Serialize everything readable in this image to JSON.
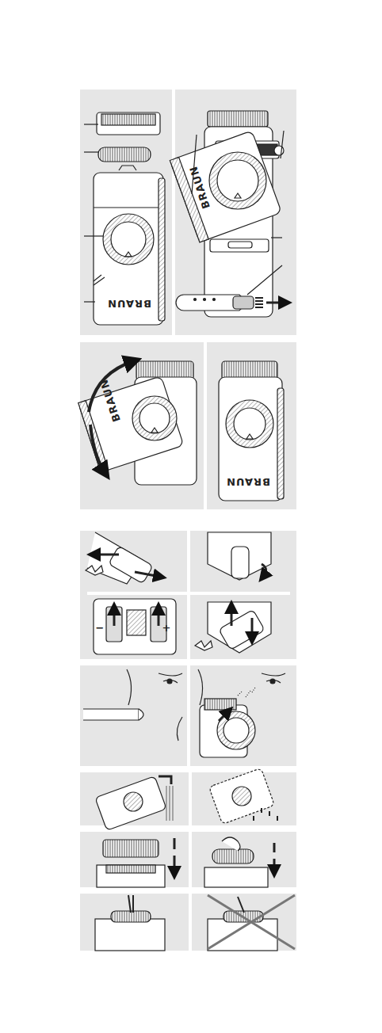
{
  "diagram": {
    "labels": [
      "BRAUN",
      "BRAUN",
      "BRAUN",
      "BRAUN",
      "−",
      "+"
    ]
  }
}
